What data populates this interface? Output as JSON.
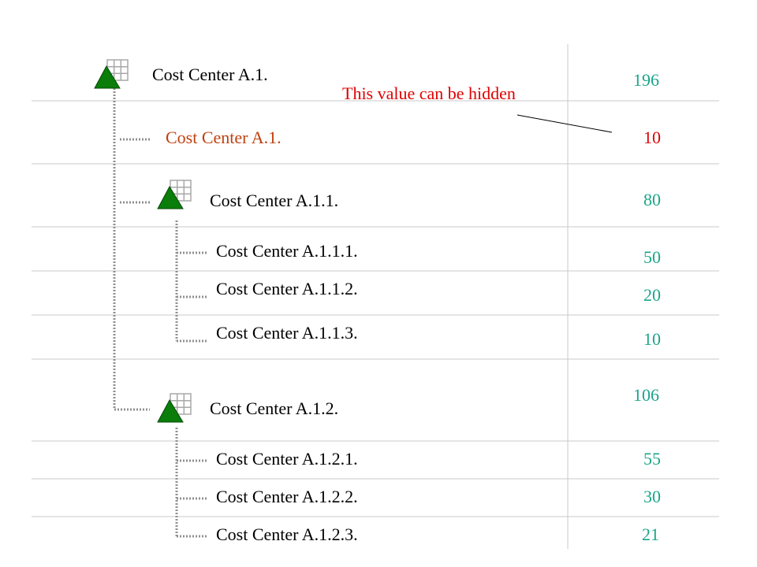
{
  "colors": {
    "value_text": "#1aa58a",
    "highlight_value": "#e00000",
    "highlight_label": "#c0400f",
    "note_text": "#e00000",
    "triangle": "#0a7d0a",
    "grid_icon": "#a8a8a8",
    "rule_lines": "#c8c8c8",
    "connector_dots": "#909090"
  },
  "note": "This value can be hidden",
  "rows": [
    {
      "label": "Cost Center A.1.",
      "value": "196",
      "icon": "cost-center-group-icon"
    },
    {
      "label": "Cost Center A.1.",
      "value": "10",
      "highlight": true
    },
    {
      "label": "Cost Center A.1.1.",
      "value": "80",
      "icon": "cost-center-group-icon"
    },
    {
      "label": "Cost Center A.1.1.1.",
      "value": "50"
    },
    {
      "label": "Cost Center A.1.1.2.",
      "value": "20"
    },
    {
      "label": "Cost Center A.1.1.3.",
      "value": "10"
    },
    {
      "label": "Cost Center A.1.2.",
      "value": "106",
      "icon": "cost-center-group-icon"
    },
    {
      "label": "Cost Center A.1.2.1.",
      "value": "55"
    },
    {
      "label": "Cost Center A.1.2.2.",
      "value": "30"
    },
    {
      "label": "Cost Center A.1.2.3.",
      "value": "21"
    }
  ]
}
